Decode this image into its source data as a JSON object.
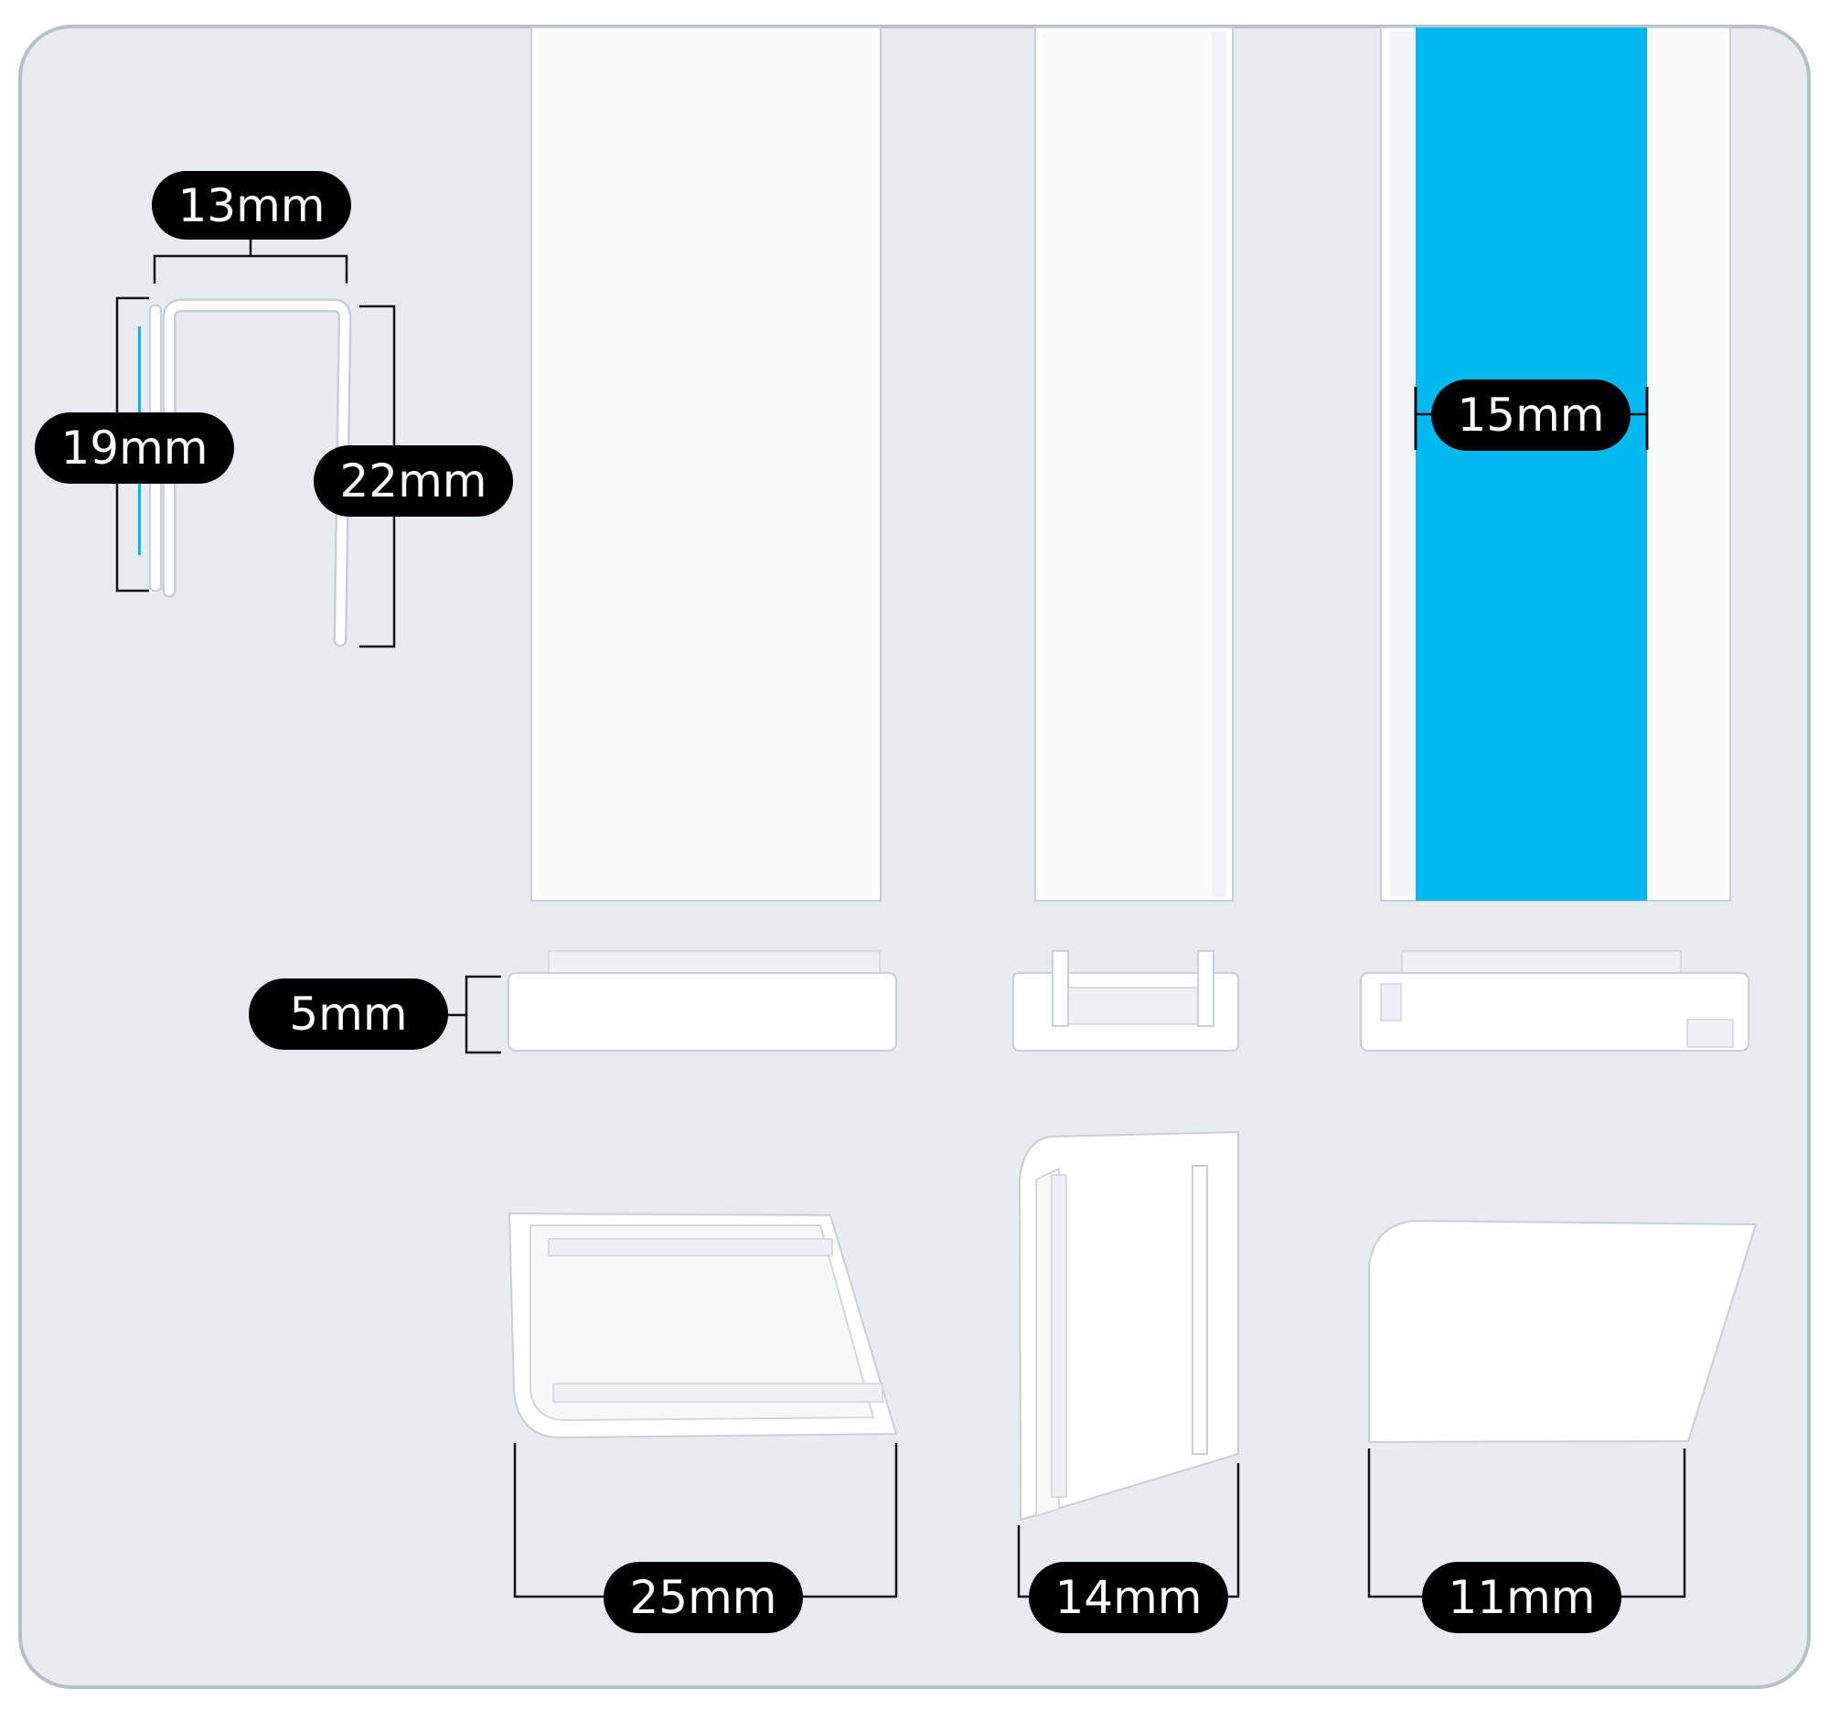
{
  "labels": {
    "top_width": "13mm",
    "inner_height": "19mm",
    "outer_height": "22mm",
    "tape_width": "15mm",
    "base_thickness": "5mm",
    "large_width": "25mm",
    "medium_width": "14mm",
    "small_width": "11mm"
  },
  "colors": {
    "background": "#e8ecef",
    "frame": "#b6c1c3",
    "tape": "#00b9f1",
    "pill": "#000000",
    "pill_text": "#ffffff"
  }
}
